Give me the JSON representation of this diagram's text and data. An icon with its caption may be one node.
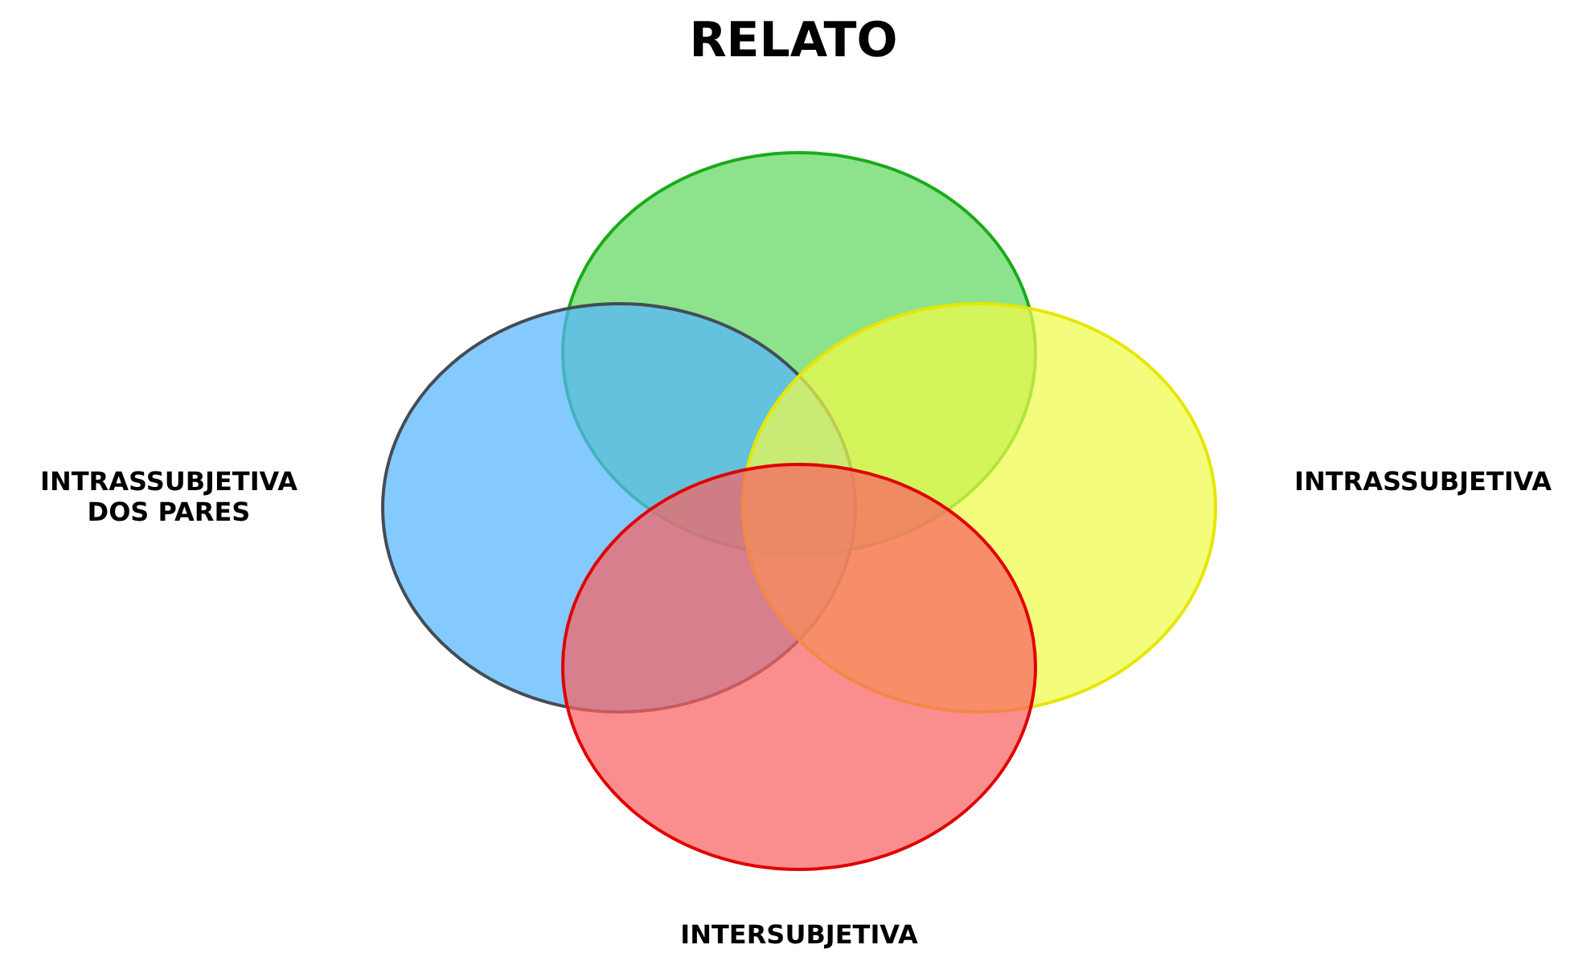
{
  "diagram": {
    "title": "RELATO",
    "nodes": [
      {
        "text": [],
        "shape": "ellipse"
      },
      {
        "text": [],
        "shape": "ellipse",
        "beside": [
          "INTRASSUBJETIVA DOS PARES"
        ]
      },
      {
        "text": [],
        "shape": "ellipse",
        "beside": [
          "INTRASSUBJETIVA"
        ]
      },
      {
        "text": [],
        "shape": "ellipse",
        "beside": [
          "INTERSUBJETIVA"
        ]
      }
    ]
  }
}
